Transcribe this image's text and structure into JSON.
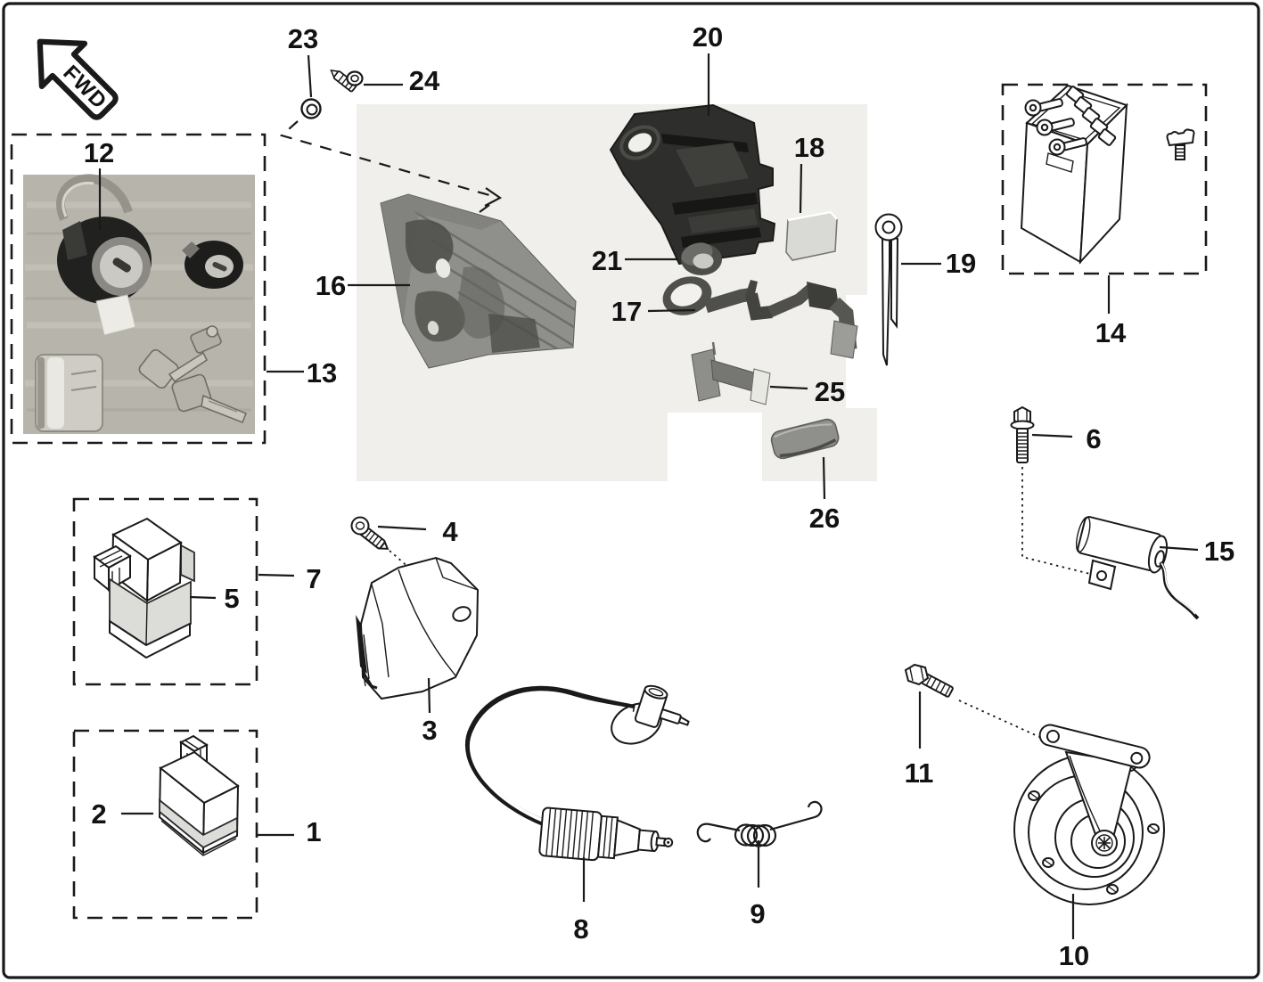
{
  "diagram": {
    "title_badge": {
      "label": "FWD"
    },
    "callouts": {
      "n1": "1",
      "n2": "2",
      "n3": "3",
      "n4": "4",
      "n5": "5",
      "n6": "6",
      "n7": "7",
      "n8": "8",
      "n9": "9",
      "n10": "10",
      "n11": "11",
      "n12": "12",
      "n13": "13",
      "n14": "14",
      "n15": "15",
      "n16": "16",
      "n17": "17",
      "n18": "18",
      "n19": "19",
      "n20": "20",
      "n21": "21",
      "n23": "23",
      "n24": "24",
      "n25": "25",
      "n26": "26"
    },
    "colors": {
      "background": "#ffffff",
      "frame": "#1a1a1a",
      "photo_backdrop": "#f0efec",
      "photo_wood": "#b7b4ac",
      "dark_rubber_part": "#2e2e2c",
      "mid_gray_part": "#8f8f8c",
      "label_text": "#121212"
    }
  }
}
